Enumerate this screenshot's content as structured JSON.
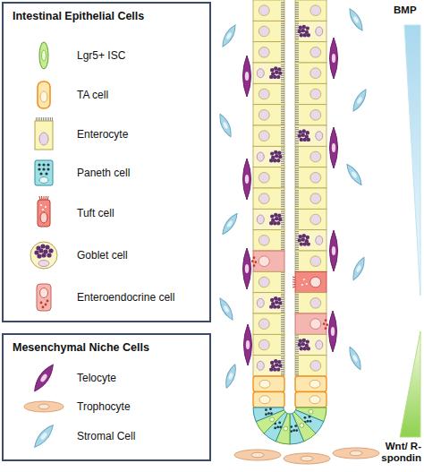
{
  "diagram": {
    "nodes": [
      {
        "text": [
          "Intestinal Epithelial Cells"
        ]
      },
      {
        "text": [
          "Mesenchymal Niche Cells"
        ]
      }
    ],
    "labels": [
      "BMP",
      "Wnt/ R-spondin"
    ],
    "legend": [
      {
        "text": "Lgr5+ ISC"
      },
      {
        "text": "TA cell"
      },
      {
        "text": "Enterocyte"
      },
      {
        "text": "Paneth cell"
      },
      {
        "text": "Tuft cell"
      },
      {
        "text": "Goblet cell"
      },
      {
        "text": "Enteroendocrine cell"
      },
      {
        "text": "Telocyte"
      },
      {
        "text": "Trophocyte"
      },
      {
        "text": "Stromal Cell"
      }
    ]
  }
}
